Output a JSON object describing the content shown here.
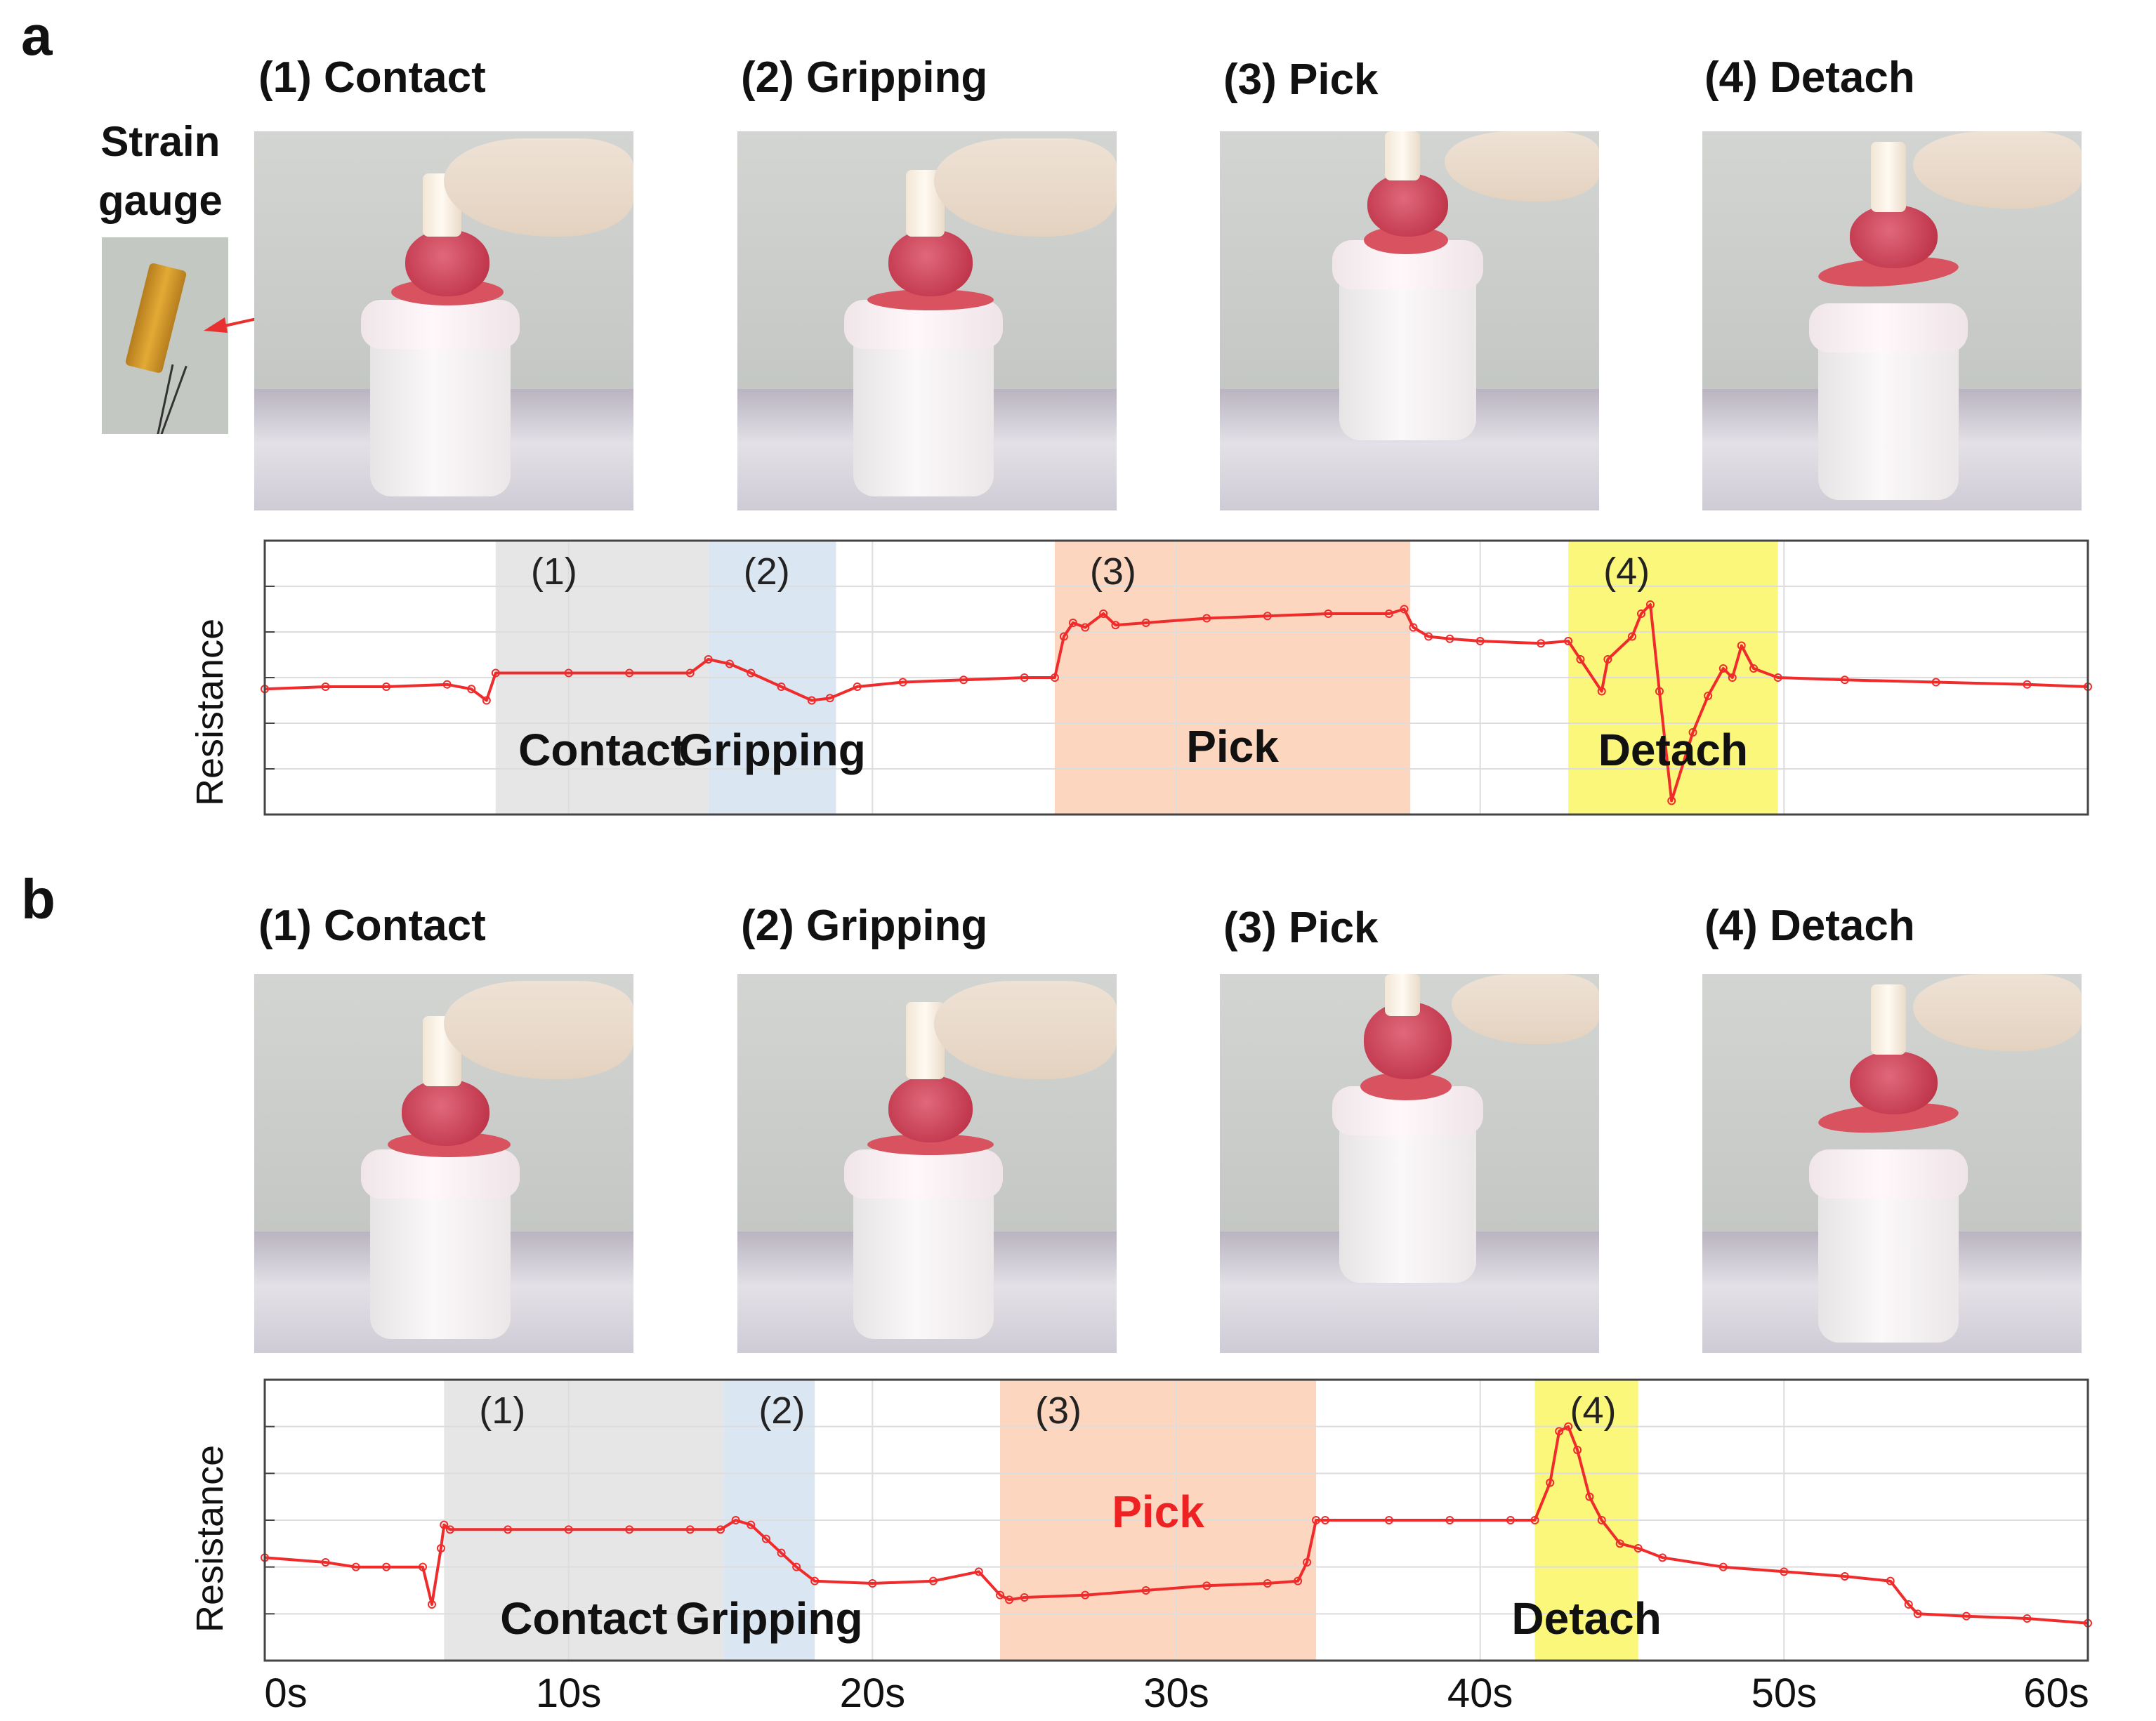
{
  "panels": [
    {
      "letter": "a",
      "phase_titles": [
        "(1) Contact",
        "(2) Gripping",
        "(3) Pick",
        "(4) Detach"
      ],
      "strain_gauge_label_line1": "Strain",
      "strain_gauge_label_line2": "gauge"
    },
    {
      "letter": "b",
      "phase_titles": [
        "(1) Contact",
        "(2) Gripping",
        "(3) Pick",
        "(4) Detach"
      ]
    }
  ],
  "x_ticks": [
    "0s",
    "10s",
    "20s",
    "30s",
    "40s",
    "50s",
    "60s"
  ],
  "colors": {
    "trace": "#ef2b2b",
    "contact_region": "#e6e6e6",
    "gripping_region": "#dbe6f3",
    "pick_region": "#fcd6bf",
    "detach_region": "#fbf77a",
    "detach_trace": "#f29a1c",
    "pick_label_b": "#ee2222",
    "arrow": "#e83030"
  },
  "chart_data": [
    {
      "type": "line",
      "ylabel": "Resistance",
      "xlabel": "",
      "xlim": [
        0,
        60
      ],
      "ylim": [
        0,
        6
      ],
      "grid": true,
      "regions": [
        {
          "number": "(1)",
          "label": "Contact",
          "start": 7.6,
          "end": 14.6,
          "color": "#e6e6e6"
        },
        {
          "number": "(2)",
          "label": "Gripping",
          "start": 14.6,
          "end": 18.8,
          "color": "#dbe6f3"
        },
        {
          "number": "(3)",
          "label": "Pick",
          "start": 26.0,
          "end": 37.7,
          "color": "#fcd6bf"
        },
        {
          "number": "(4)",
          "label": "Detach",
          "start": 42.9,
          "end": 49.8,
          "color": "#fbf77a"
        }
      ],
      "x": [
        0,
        2,
        4,
        6,
        6.8,
        7.3,
        7.6,
        10,
        12,
        14,
        14.6,
        15.3,
        16,
        17,
        18,
        18.6,
        19.5,
        21,
        23,
        25,
        26.0,
        26.3,
        26.6,
        27,
        27.6,
        28,
        29,
        31,
        33,
        35,
        37,
        37.5,
        37.8,
        38.3,
        39,
        40,
        42,
        42.9,
        43.3,
        44,
        44.2,
        45,
        45.3,
        45.6,
        45.9,
        46.3,
        47,
        47.5,
        48,
        48.3,
        48.6,
        49,
        49.8,
        52,
        55,
        58,
        60
      ],
      "y": [
        2.75,
        2.8,
        2.8,
        2.85,
        2.75,
        2.5,
        3.1,
        3.1,
        3.1,
        3.1,
        3.4,
        3.3,
        3.1,
        2.8,
        2.5,
        2.55,
        2.8,
        2.9,
        2.95,
        3.0,
        3.0,
        3.9,
        4.2,
        4.1,
        4.4,
        4.15,
        4.2,
        4.3,
        4.35,
        4.4,
        4.4,
        4.5,
        4.1,
        3.9,
        3.85,
        3.8,
        3.75,
        3.8,
        3.4,
        2.7,
        3.4,
        3.9,
        4.4,
        4.6,
        2.7,
        0.3,
        1.8,
        2.6,
        3.2,
        3.0,
        3.7,
        3.2,
        3.0,
        2.95,
        2.9,
        2.85,
        2.8
      ]
    },
    {
      "type": "line",
      "ylabel": "Resistance",
      "xlabel": "",
      "xlim": [
        0,
        60
      ],
      "ylim": [
        0,
        6
      ],
      "grid": true,
      "regions": [
        {
          "number": "(1)",
          "label": "Contact",
          "start": 5.9,
          "end": 15.1,
          "color": "#e6e6e6"
        },
        {
          "number": "(2)",
          "label": "Gripping",
          "start": 15.1,
          "end": 18.1,
          "color": "#dbe6f3"
        },
        {
          "number": "(3)",
          "label": "Pick",
          "start": 24.2,
          "end": 34.6,
          "color": "#fcd6bf"
        },
        {
          "number": "(4)",
          "label": "Detach",
          "start": 41.8,
          "end": 45.2,
          "color": "#fbf77a"
        }
      ],
      "x": [
        0,
        2,
        3,
        4,
        5.2,
        5.5,
        5.8,
        5.9,
        6.1,
        8,
        10,
        12,
        14,
        15,
        15.5,
        16,
        16.5,
        17,
        17.5,
        18.1,
        20,
        22,
        23.5,
        24.2,
        24.5,
        25,
        27,
        29,
        31,
        33,
        34,
        34.3,
        34.6,
        34.9,
        37,
        39,
        41,
        41.8,
        42.3,
        42.6,
        42.9,
        43.2,
        43.6,
        44,
        44.6,
        45.2,
        46,
        48,
        50,
        52,
        53.5,
        54.1,
        54.4,
        56,
        58,
        60
      ],
      "y": [
        2.2,
        2.1,
        2.0,
        2.0,
        2.0,
        1.2,
        2.4,
        2.9,
        2.8,
        2.8,
        2.8,
        2.8,
        2.8,
        2.8,
        3.0,
        2.9,
        2.6,
        2.3,
        2.0,
        1.7,
        1.65,
        1.7,
        1.9,
        1.4,
        1.3,
        1.35,
        1.4,
        1.5,
        1.6,
        1.65,
        1.7,
        2.1,
        3.0,
        3.0,
        3.0,
        3.0,
        3.0,
        3.0,
        3.8,
        4.9,
        5.0,
        4.5,
        3.5,
        3.0,
        2.5,
        2.4,
        2.2,
        2.0,
        1.9,
        1.8,
        1.7,
        1.2,
        1.0,
        0.95,
        0.9,
        0.8
      ]
    }
  ]
}
